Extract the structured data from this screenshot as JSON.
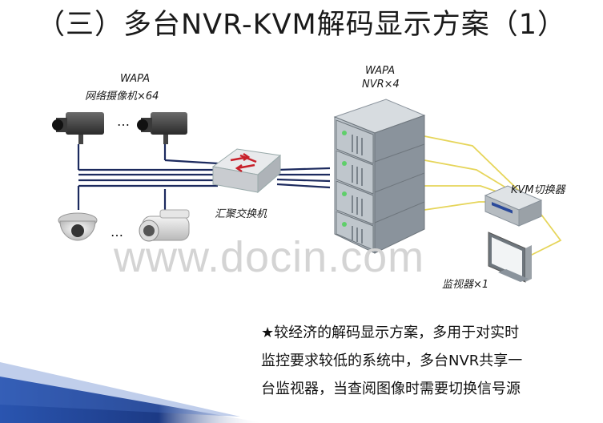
{
  "title": "（三）多台NVR-KVM解码显示方案（1）",
  "diagram": {
    "cameras_label_1": "WAPA",
    "cameras_label_2": "网络摄像机×64",
    "camera_dots_top": "…",
    "camera_dots_bottom": "…",
    "switch_label": "汇聚交换机",
    "nvr_label_1": "WAPA",
    "nvr_label_2": "NVR×4",
    "kvm_label": "KVM切换器",
    "monitor_label": "监视器×1",
    "colors": {
      "network_line": "#1c2a5e",
      "video_line": "#e6d55a",
      "rack": "#8a939c",
      "accent_bar": "#1f3f8a"
    }
  },
  "watermark": "www.docin.com",
  "description": {
    "line1": "★较经济的解码显示方案，多用于对实时",
    "line2": "监控要求较低的系统中，多台NVR共享一",
    "line3": "台监视器，当查阅图像时需要切换信号源"
  }
}
